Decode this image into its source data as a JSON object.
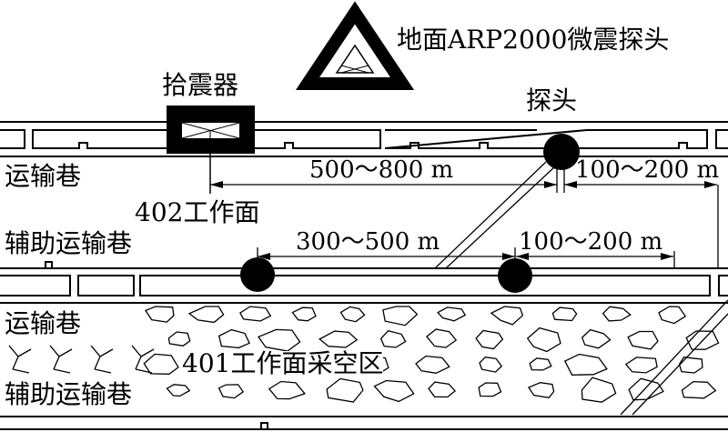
{
  "labels": {
    "surface_probe": "地面ARP2000微震探头",
    "geophone": "拾震器",
    "probe": "探头",
    "haulage_roadway_top": "运输巷",
    "face_402": "402工作面",
    "aux_roadway_top": "辅助运输巷",
    "haulage_roadway_bottom": "运输巷",
    "goaf_401": "401工作面采空区",
    "aux_roadway_bottom": "辅助运输巷"
  },
  "dimensions": {
    "upper_left": "500～800 m",
    "upper_right": "100～200 m",
    "lower_left": "300～500 m",
    "lower_right": "100～200 m"
  },
  "colors": {
    "ink": "#000000",
    "background": "#ffffff"
  }
}
